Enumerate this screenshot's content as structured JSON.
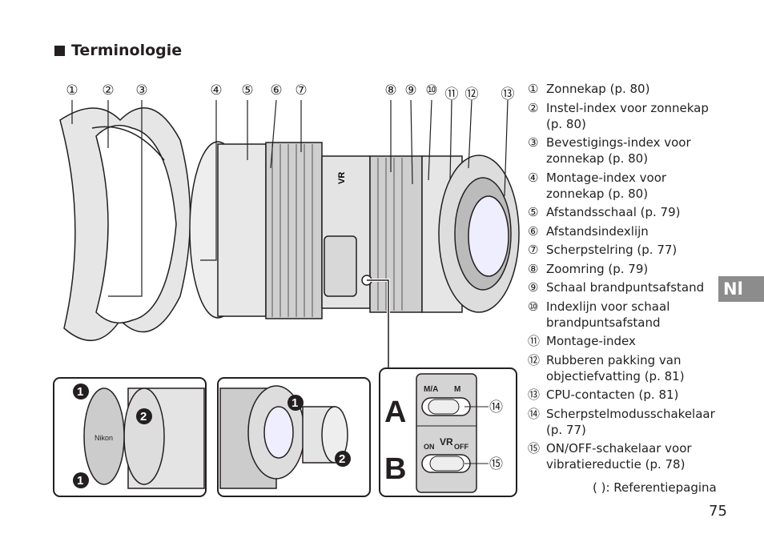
{
  "heading": "Terminologie",
  "callouts": [
    "①",
    "②",
    "③",
    "④",
    "⑤",
    "⑥",
    "⑦",
    "⑧",
    "⑨",
    "⑩",
    "⑪",
    "⑫",
    "⑬"
  ],
  "legend": [
    {
      "n": "①",
      "text": "Zonnekap (p. 80)"
    },
    {
      "n": "②",
      "text": "Instel-index voor zonnekap (p. 80)"
    },
    {
      "n": "③",
      "text": "Bevestigings-index voor zonnekap (p. 80)"
    },
    {
      "n": "④",
      "text": "Montage-index voor zonnekap (p. 80)"
    },
    {
      "n": "⑤",
      "text": "Afstandsschaal (p. 79)"
    },
    {
      "n": "⑥",
      "text": "Afstandsindexlijn"
    },
    {
      "n": "⑦",
      "text": "Scherpstelring (p. 77)"
    },
    {
      "n": "⑧",
      "text": "Zoomring (p. 79)"
    },
    {
      "n": "⑨",
      "text": "Schaal brandpuntsafstand"
    },
    {
      "n": "⑩",
      "text": "Indexlijn voor schaal brandpuntsafstand"
    },
    {
      "n": "⑪",
      "text": "Montage-index"
    },
    {
      "n": "⑫",
      "text": "Rubberen pakking van objectiefvatting (p. 81)"
    },
    {
      "n": "⑬",
      "text": "CPU-contacten (p. 81)"
    },
    {
      "n": "⑭",
      "text": "Scherpstelmodusschakelaar (p. 77)"
    },
    {
      "n": "⑮",
      "text": "ON/OFF-schakelaar voor vibratiereductie (p. 78)"
    }
  ],
  "footnote": "(   ): Referentiepagina",
  "page_number": "75",
  "language_tab": "Nl",
  "insets": {
    "steps": [
      "1",
      "2",
      "1",
      "1",
      "2"
    ],
    "switch_panel": {
      "a": "A",
      "b": "B",
      "ma": "M/A",
      "m": "M",
      "on": "ON",
      "vr": "VR",
      "off": "OFF",
      "c14": "⑭",
      "c15": "⑮"
    }
  },
  "logos": {
    "lens_vr": "VR",
    "lens_cap": "Nikon"
  }
}
